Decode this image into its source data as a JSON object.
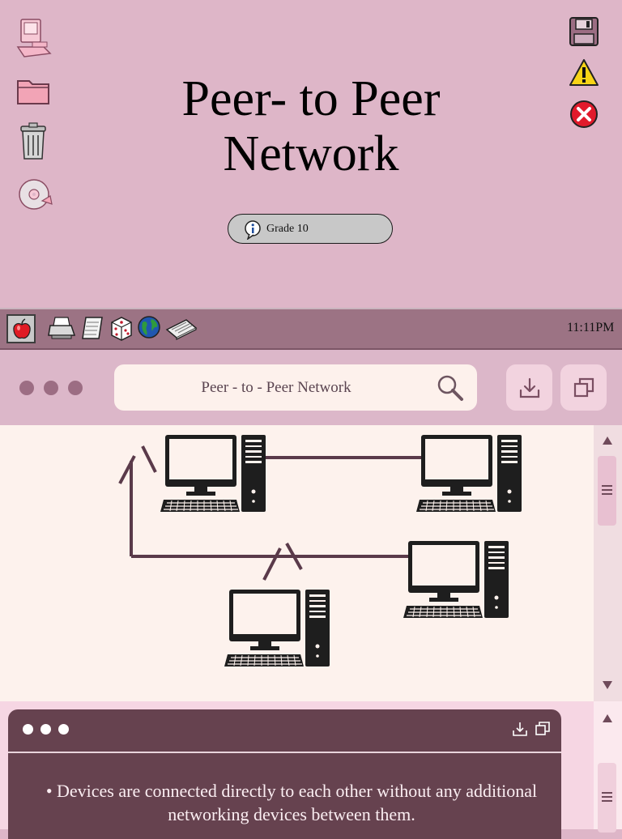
{
  "desktop": {
    "icons_left": [
      "computer-icon",
      "folder-icon",
      "trash-icon",
      "cd-icon"
    ],
    "icons_right": [
      "save-icon",
      "warning-icon",
      "close-icon"
    ],
    "title": "Peer- to Peer Network",
    "badge": {
      "icon": "info-icon",
      "label": "Grade 10"
    }
  },
  "taskbar": {
    "apps": [
      "apple-icon",
      "printer-icon",
      "notepad-icon",
      "dice-icon",
      "globe-icon",
      "scanner-icon"
    ],
    "clock": "11:11PM"
  },
  "browser": {
    "url": "Peer - to - Peer Network",
    "search_icon": "search-icon",
    "buttons": [
      "download-icon",
      "copy-icon"
    ]
  },
  "diagram": {
    "nodes": [
      "computer-1",
      "computer-2",
      "computer-3",
      "computer-4"
    ]
  },
  "lower_window": {
    "bullet": "Devices are connected directly to each other without any additional networking devices between them."
  },
  "colors": {
    "desktop_bg": "#deb6c8",
    "taskbar_bg": "#9c7384",
    "window_dark": "#66424f",
    "content_bg": "#fdf2ed",
    "line": "#5a3a4a"
  }
}
